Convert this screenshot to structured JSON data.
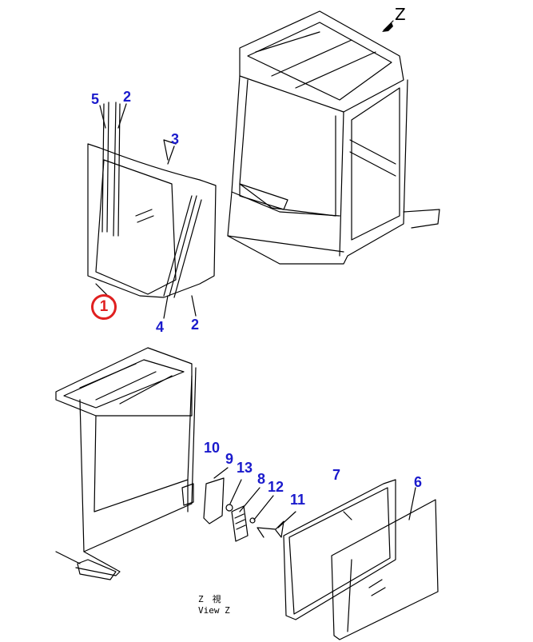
{
  "view_direction": {
    "label": "Z"
  },
  "caption": {
    "line1": "Z　視",
    "line2": "View Z"
  },
  "callouts": [
    {
      "id": "1",
      "text": "1",
      "highlighted": true,
      "color": "#e02020"
    },
    {
      "id": "2a",
      "text": "2"
    },
    {
      "id": "2b",
      "text": "2"
    },
    {
      "id": "3",
      "text": "3"
    },
    {
      "id": "4",
      "text": "4"
    },
    {
      "id": "5",
      "text": "5"
    },
    {
      "id": "6",
      "text": "6"
    },
    {
      "id": "7",
      "text": "7"
    },
    {
      "id": "8",
      "text": "8"
    },
    {
      "id": "9",
      "text": "9"
    },
    {
      "id": "10",
      "text": "10"
    },
    {
      "id": "11",
      "text": "11"
    },
    {
      "id": "12",
      "text": "12"
    },
    {
      "id": "13",
      "text": "13"
    }
  ],
  "colors": {
    "callout": "#1a1acc",
    "highlight": "#e02020"
  }
}
